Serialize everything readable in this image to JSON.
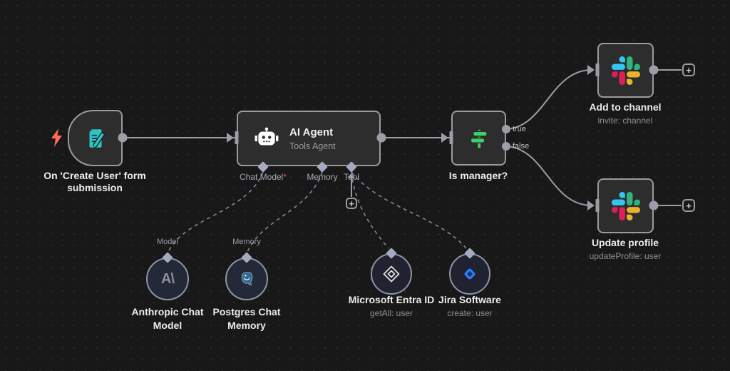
{
  "workflow": {
    "trigger": {
      "line1": "On 'Create User' form",
      "line2": "submission"
    },
    "agent": {
      "title": "AI Agent",
      "subtitle": "Tools Agent",
      "port_chat_model": "Chat Model",
      "required_marker": "*",
      "port_memory": "Memory",
      "port_tool": "Tool"
    },
    "if_node": {
      "name": "Is manager?",
      "out_true": "true",
      "out_false": "false"
    },
    "slack_add": {
      "name": "Add to channel",
      "operation": "invite: channel"
    },
    "slack_update": {
      "name": "Update profile",
      "operation": "updateProfile: user"
    },
    "anthropic": {
      "port": "Model",
      "line1": "Anthropic Chat",
      "line2": "Model",
      "logo": "A\\"
    },
    "postgres": {
      "port": "Memory",
      "line1": "Postgres Chat",
      "line2": "Memory"
    },
    "entra": {
      "name": "Microsoft Entra ID",
      "operation": "getAll: user"
    },
    "jira": {
      "name": "Jira Software",
      "operation": "create: user"
    }
  },
  "ui": {
    "plus": "+"
  },
  "colors": {
    "canvas_bg": "#181818",
    "node_fill": "#2d2d2d",
    "node_border": "#9b9b9b",
    "connector": "#9b9ea6",
    "dashed_line": "#84879a",
    "port_diamond": "#a6aabf",
    "trigger_teal": "#2dc5c5",
    "bolt_orange": "#ff6d5a",
    "signpost_green": "#3fd06a",
    "slack_blue": "#36C5F0",
    "slack_green": "#2EB67D",
    "slack_yellow": "#ECB22E",
    "slack_red": "#E01E5A",
    "jira_blue": "#2684FF",
    "postgres_blue": "#336791",
    "required_red": "#e2574b"
  }
}
